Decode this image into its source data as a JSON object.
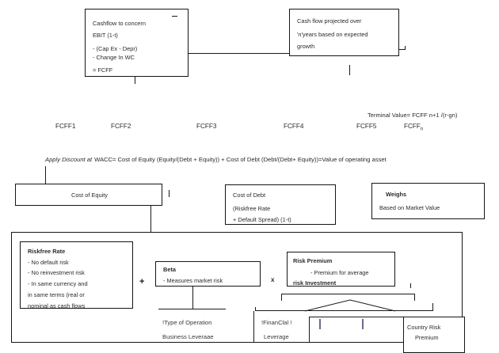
{
  "diagram": {
    "title": "DCF Firm Valuation Structure",
    "accent_color": "#151515",
    "text_color": "#2b2b2b"
  },
  "cashflow_box": {
    "name": "cashflow-to-concern-box",
    "lines": [
      "Cashflow  to concern",
      "EBIT (1-t)",
      "- (Cap Ex -  Depr)",
      "- Change In WC",
      "= FCFF"
    ]
  },
  "projection_box": {
    "name": "cash-flow-projected-box",
    "lines": [
      "Cash flow projected over",
      "'n'years based on  expected",
      "growth"
    ]
  },
  "terminal_value": {
    "label": "Terminal Value=  FCFF n+1 /(r-gn)"
  },
  "fcff_row": {
    "items": [
      {
        "label": "FCFF1"
      },
      {
        "label": "FCFF2"
      },
      {
        "label": "FCFF3"
      },
      {
        "label": "FCFF4"
      },
      {
        "label": "FCFF5"
      },
      {
        "label": "FCFF",
        "sub": "n"
      }
    ]
  },
  "wacc_formula": {
    "prefix_italic": "Apply Discount at",
    "body": "WACC=  Cost of Equity  (Equity/(Debt + Equity)) + Cost of Debt (Debt/(Debt+ Equity))=Value of operating asset"
  },
  "cost_of_equity_box": {
    "name": "cost-of-equity-box",
    "title": "Cost of Equity"
  },
  "cost_of_debt_box": {
    "name": "cost-of-debt-box",
    "lines": [
      "Cost of Debt",
      "(Riskfree Rate",
      "+ Default Spread) (1-t)"
    ]
  },
  "weights_box": {
    "name": "weights-box",
    "lines": [
      "Weighs",
      "Based on Market Value"
    ]
  },
  "riskfree_box": {
    "name": "riskfree-rate-box",
    "title": "Riskfree Rate",
    "lines": [
      "- No default risk",
      "- No reinvestment risk",
      "- In same currency and",
      "in same terms (real or",
      "nominal as cash flows"
    ]
  },
  "beta_box": {
    "name": "beta-box",
    "title": "Beta",
    "lines": [
      "- Measures market risk"
    ]
  },
  "risk_premium_box": {
    "name": "risk-premium-box",
    "title": "Risk Premium",
    "lines": [
      "- Premium for average",
      "risk Investment"
    ]
  },
  "country_risk_box": {
    "name": "country-risk-premium-box",
    "lines": [
      "Country Risk ",
      "Premium"
    ]
  },
  "bottom_labels": {
    "beta_drivers": [
      "!Type of Operation",
      "Business Leveraae"
    ],
    "financial_leverage": [
      "!FinanClal !",
      "Leverage"
    ]
  },
  "operators": {
    "plus": "+",
    "times": "x"
  }
}
